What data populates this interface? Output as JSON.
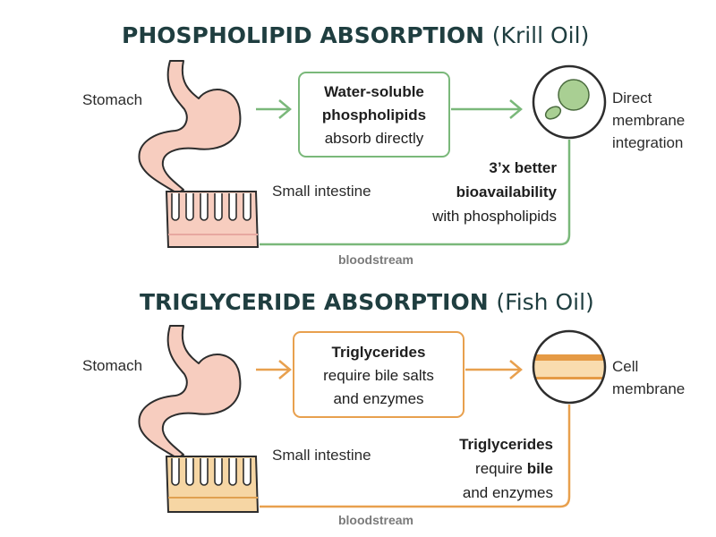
{
  "krill": {
    "title": "PHOSPHOLIPID ABSORPTION",
    "title_paren": "(Krill Oil)",
    "stomach_label": "Stomach",
    "intestine_label": "Small intestine",
    "box_lines": [
      "Water-soluble",
      "phospholipids",
      "absorb directly"
    ],
    "target_label_lines": [
      "Direct",
      "membrane",
      "integration"
    ],
    "stat_lines": [
      "3’x better",
      "bioavailability",
      "with phospholipids"
    ],
    "bloodstream": "bloodstream",
    "color": "#7ab87a"
  },
  "fish": {
    "title": "TRIGLYCERIDE ABSORPTION",
    "title_paren": "(Fish Oil)",
    "stomach_label": "Stomach",
    "intestine_label": "Small intestine",
    "box_lines": [
      "Triglycerides",
      "require bile salts",
      "and enzymes"
    ],
    "target_label_lines": [
      "Cell",
      "membrane"
    ],
    "stat_lines": [
      "Triglycerides",
      "require",
      "bile",
      "and enzymes"
    ],
    "bloodstream": "bloodstream",
    "color": "#e8a04e"
  }
}
